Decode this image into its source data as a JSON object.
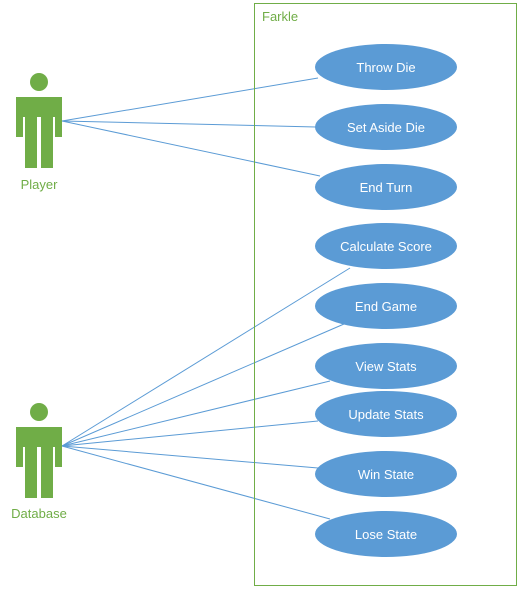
{
  "system": {
    "title": "Farkle"
  },
  "actors": [
    {
      "id": "player",
      "label": "Player"
    },
    {
      "id": "database",
      "label": "Database"
    }
  ],
  "use_cases": [
    {
      "id": "throw-die",
      "label": "Throw Die"
    },
    {
      "id": "set-aside-die",
      "label": "Set Aside Die"
    },
    {
      "id": "end-turn",
      "label": "End Turn"
    },
    {
      "id": "calculate-score",
      "label": "Calculate Score"
    },
    {
      "id": "end-game",
      "label": "End Game"
    },
    {
      "id": "view-stats",
      "label": "View Stats"
    },
    {
      "id": "update-stats",
      "label": "Update Stats"
    },
    {
      "id": "win-state",
      "label": "Win State"
    },
    {
      "id": "lose-state",
      "label": "Lose State"
    }
  ],
  "associations": [
    {
      "from": "player",
      "to": "throw-die"
    },
    {
      "from": "player",
      "to": "set-aside-die"
    },
    {
      "from": "player",
      "to": "end-turn"
    },
    {
      "from": "database",
      "to": "calculate-score"
    },
    {
      "from": "database",
      "to": "end-game"
    },
    {
      "from": "database",
      "to": "view-stats"
    },
    {
      "from": "database",
      "to": "update-stats"
    },
    {
      "from": "database",
      "to": "win-state"
    },
    {
      "from": "database",
      "to": "lose-state"
    }
  ],
  "colors": {
    "actor": "#70ad47",
    "system_border": "#70ad47",
    "use_case_fill": "#5b9bd5",
    "use_case_text": "#ffffff",
    "connector": "#5b9bd5"
  }
}
